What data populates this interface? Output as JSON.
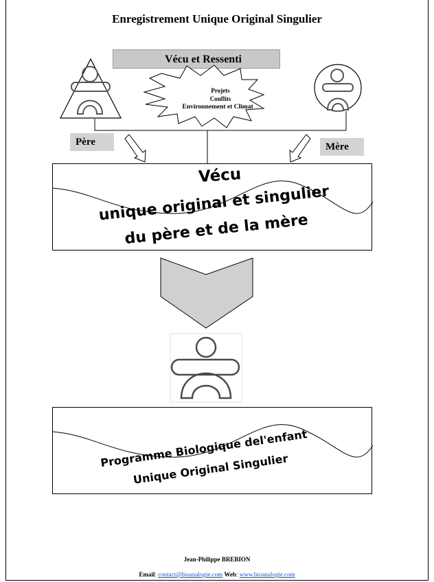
{
  "title": "Enregistrement Unique Original Singulier",
  "banner": "Vécu et Ressenti",
  "burst_lines": [
    "Projets",
    "Conflits",
    "Environnement et Climat"
  ],
  "father_tag": "Père",
  "mother_tag": "Mère",
  "box1_lines": [
    "Vécu",
    "unique original et singulier",
    "du père et de la mère"
  ],
  "box2_lines": [
    "Programme Biologique del'enfant",
    "Unique Original Singulier"
  ],
  "footer": {
    "author": "Jean-Philippe BREBION",
    "email_label": "Email",
    "email": "contact@bioanalogie.com",
    "web_label": "Web",
    "web": "www.bioanalogie.com"
  },
  "colors": {
    "banner": "#c8c8c8",
    "tag": "#d3d3d3",
    "arrow": "#d0d0d0",
    "link": "#1a4fd6"
  },
  "icons": [
    "child-figure-icon",
    "triangle-icon",
    "circle-icon",
    "down-arrow-icon"
  ]
}
